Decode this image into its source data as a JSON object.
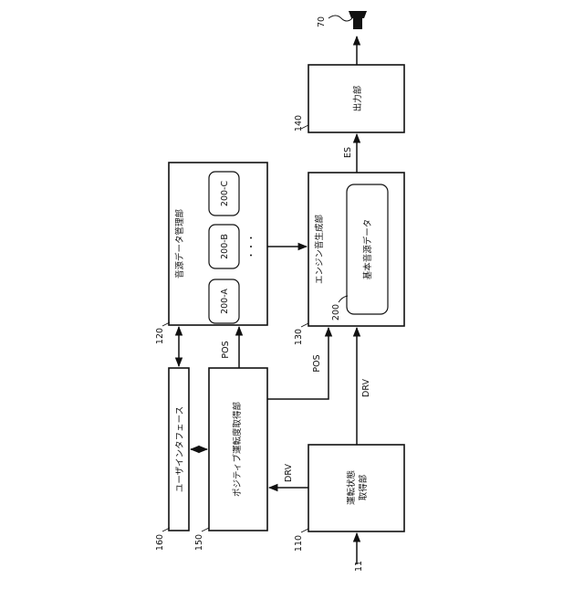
{
  "blocks": {
    "sound_data_mgmt": {
      "label": "音源データ管理部",
      "ref": "120"
    },
    "sub_a": {
      "label": "200-A"
    },
    "sub_b": {
      "label": "200-B"
    },
    "sub_c": {
      "label": "200-C"
    },
    "dots": {
      "label": "・・・"
    },
    "engine_sound_gen": {
      "label": "エンジン音生成部",
      "ref": "130"
    },
    "basic_sound_data": {
      "label": "基本音源データ",
      "ref": "200"
    },
    "output": {
      "label": "出力部",
      "ref": "140"
    },
    "speaker": {
      "ref": "70"
    },
    "user_interface": {
      "label": "ユーザインタフェース",
      "ref": "160"
    },
    "positive_acq": {
      "label": "ポジティブ運転度取得部",
      "ref": "150"
    },
    "driving_state": {
      "label_line1": "運転状態",
      "label_line2": "取得部",
      "ref": "110"
    },
    "input": {
      "ref": "11"
    }
  },
  "signals": {
    "pos_upper": "POS",
    "pos_lower": "POS",
    "es": "ES",
    "drv_left": "DRV",
    "drv_right": "DRV"
  }
}
